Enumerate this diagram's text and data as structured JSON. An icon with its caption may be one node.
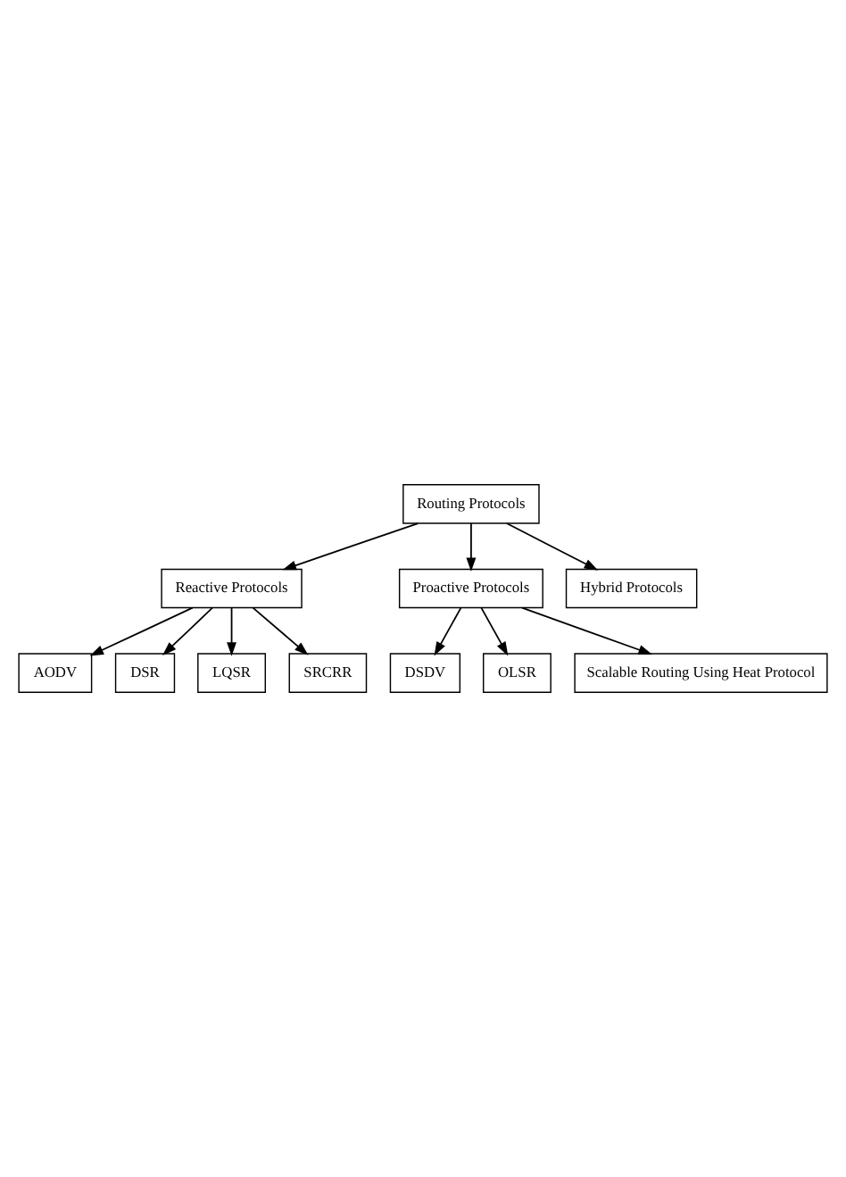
{
  "diagram": {
    "nodes": [
      {
        "text": [
          "Routing Protocols"
        ]
      },
      {
        "text": [
          "Reactive Protocols"
        ]
      },
      {
        "text": [
          "Proactive Protocols"
        ]
      },
      {
        "text": [
          "Hybrid Protocols"
        ]
      },
      {
        "text": [
          "AODV"
        ]
      },
      {
        "text": [
          "DSR"
        ]
      },
      {
        "text": [
          "LQSR"
        ]
      },
      {
        "text": [
          "SRCRR"
        ]
      },
      {
        "text": [
          "DSDV"
        ]
      },
      {
        "text": [
          "OLSR"
        ]
      },
      {
        "text": [
          "Scalable Routing Using Heat Protocol"
        ]
      }
    ],
    "edges": [
      {
        "from": 0,
        "to": 1,
        "arrow": "to"
      },
      {
        "from": 0,
        "to": 2,
        "arrow": "to"
      },
      {
        "from": 0,
        "to": 3,
        "arrow": "to"
      },
      {
        "from": 1,
        "to": 4,
        "arrow": "to"
      },
      {
        "from": 1,
        "to": 5,
        "arrow": "to"
      },
      {
        "from": 1,
        "to": 6,
        "arrow": "to"
      },
      {
        "from": 1,
        "to": 7,
        "arrow": "to"
      },
      {
        "from": 2,
        "to": 8,
        "arrow": "to"
      },
      {
        "from": 2,
        "to": 9,
        "arrow": "to"
      },
      {
        "from": 2,
        "to": 10,
        "arrow": "to"
      }
    ]
  }
}
